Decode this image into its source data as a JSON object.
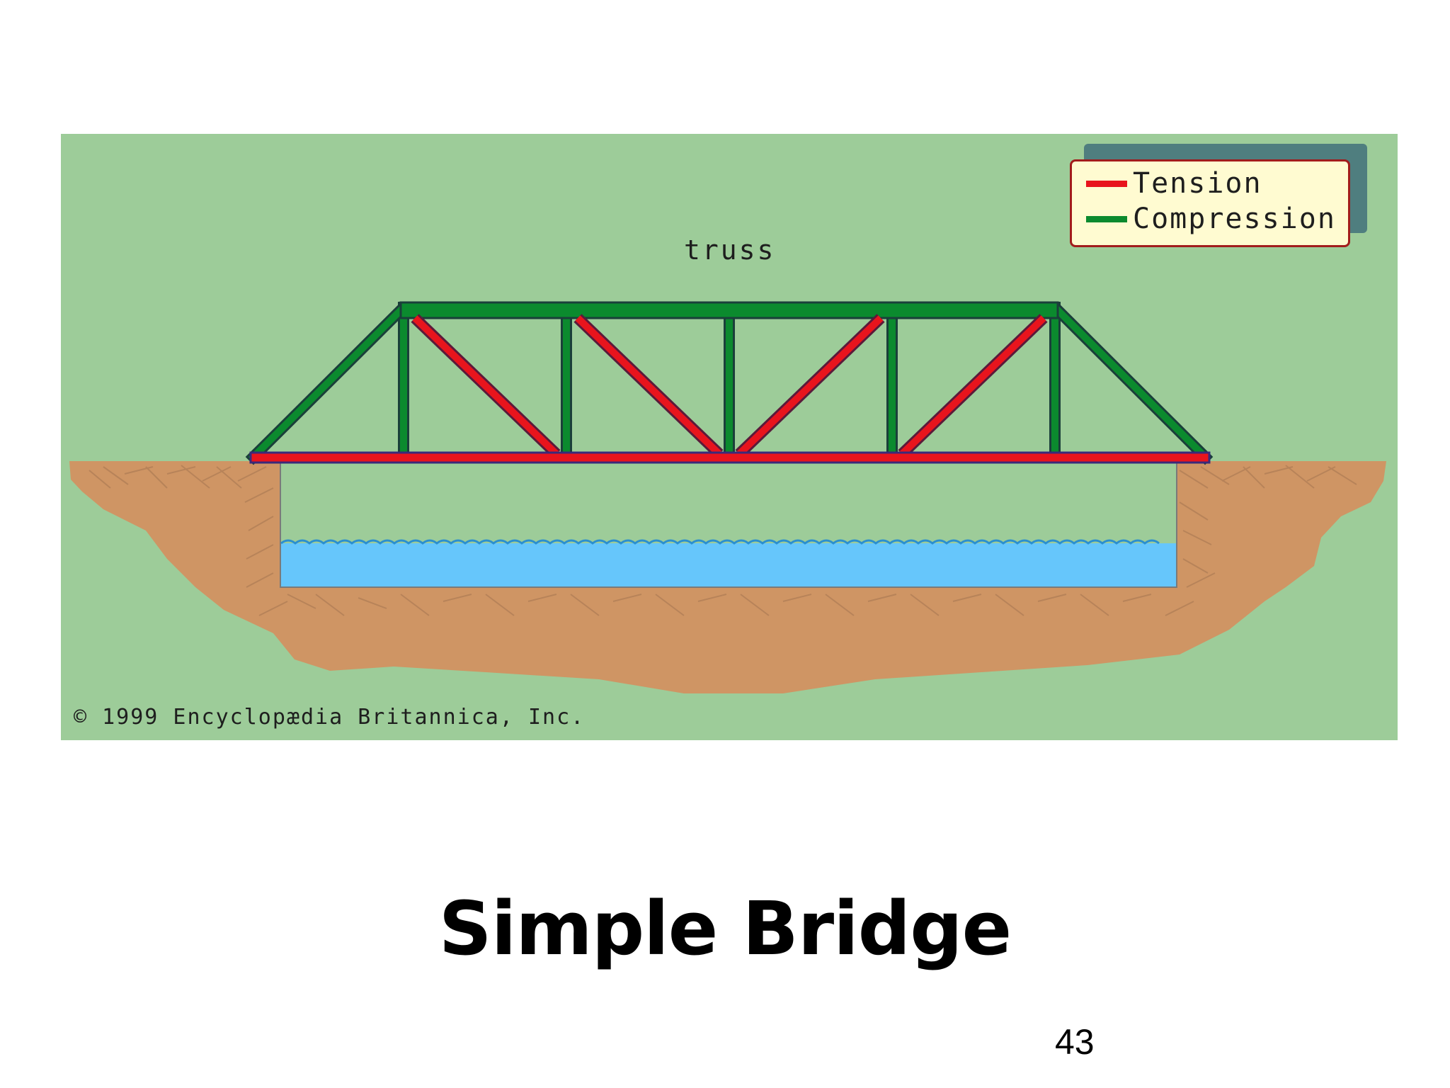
{
  "diagram": {
    "label": "truss",
    "copyright": "© 1999 Encyclopædia Britannica, Inc.",
    "legend": {
      "items": [
        {
          "label": "Tension",
          "color": "#e8141d"
        },
        {
          "label": "Compression",
          "color": "#0b8a2e"
        }
      ]
    },
    "colors": {
      "background": "#9dcc99",
      "ground": "#cf9564",
      "water": "#66c6fb",
      "tension": "#e8141d",
      "compression": "#0b8a2e"
    }
  },
  "slide": {
    "title": "Simple Bridge",
    "page_number": "43"
  }
}
